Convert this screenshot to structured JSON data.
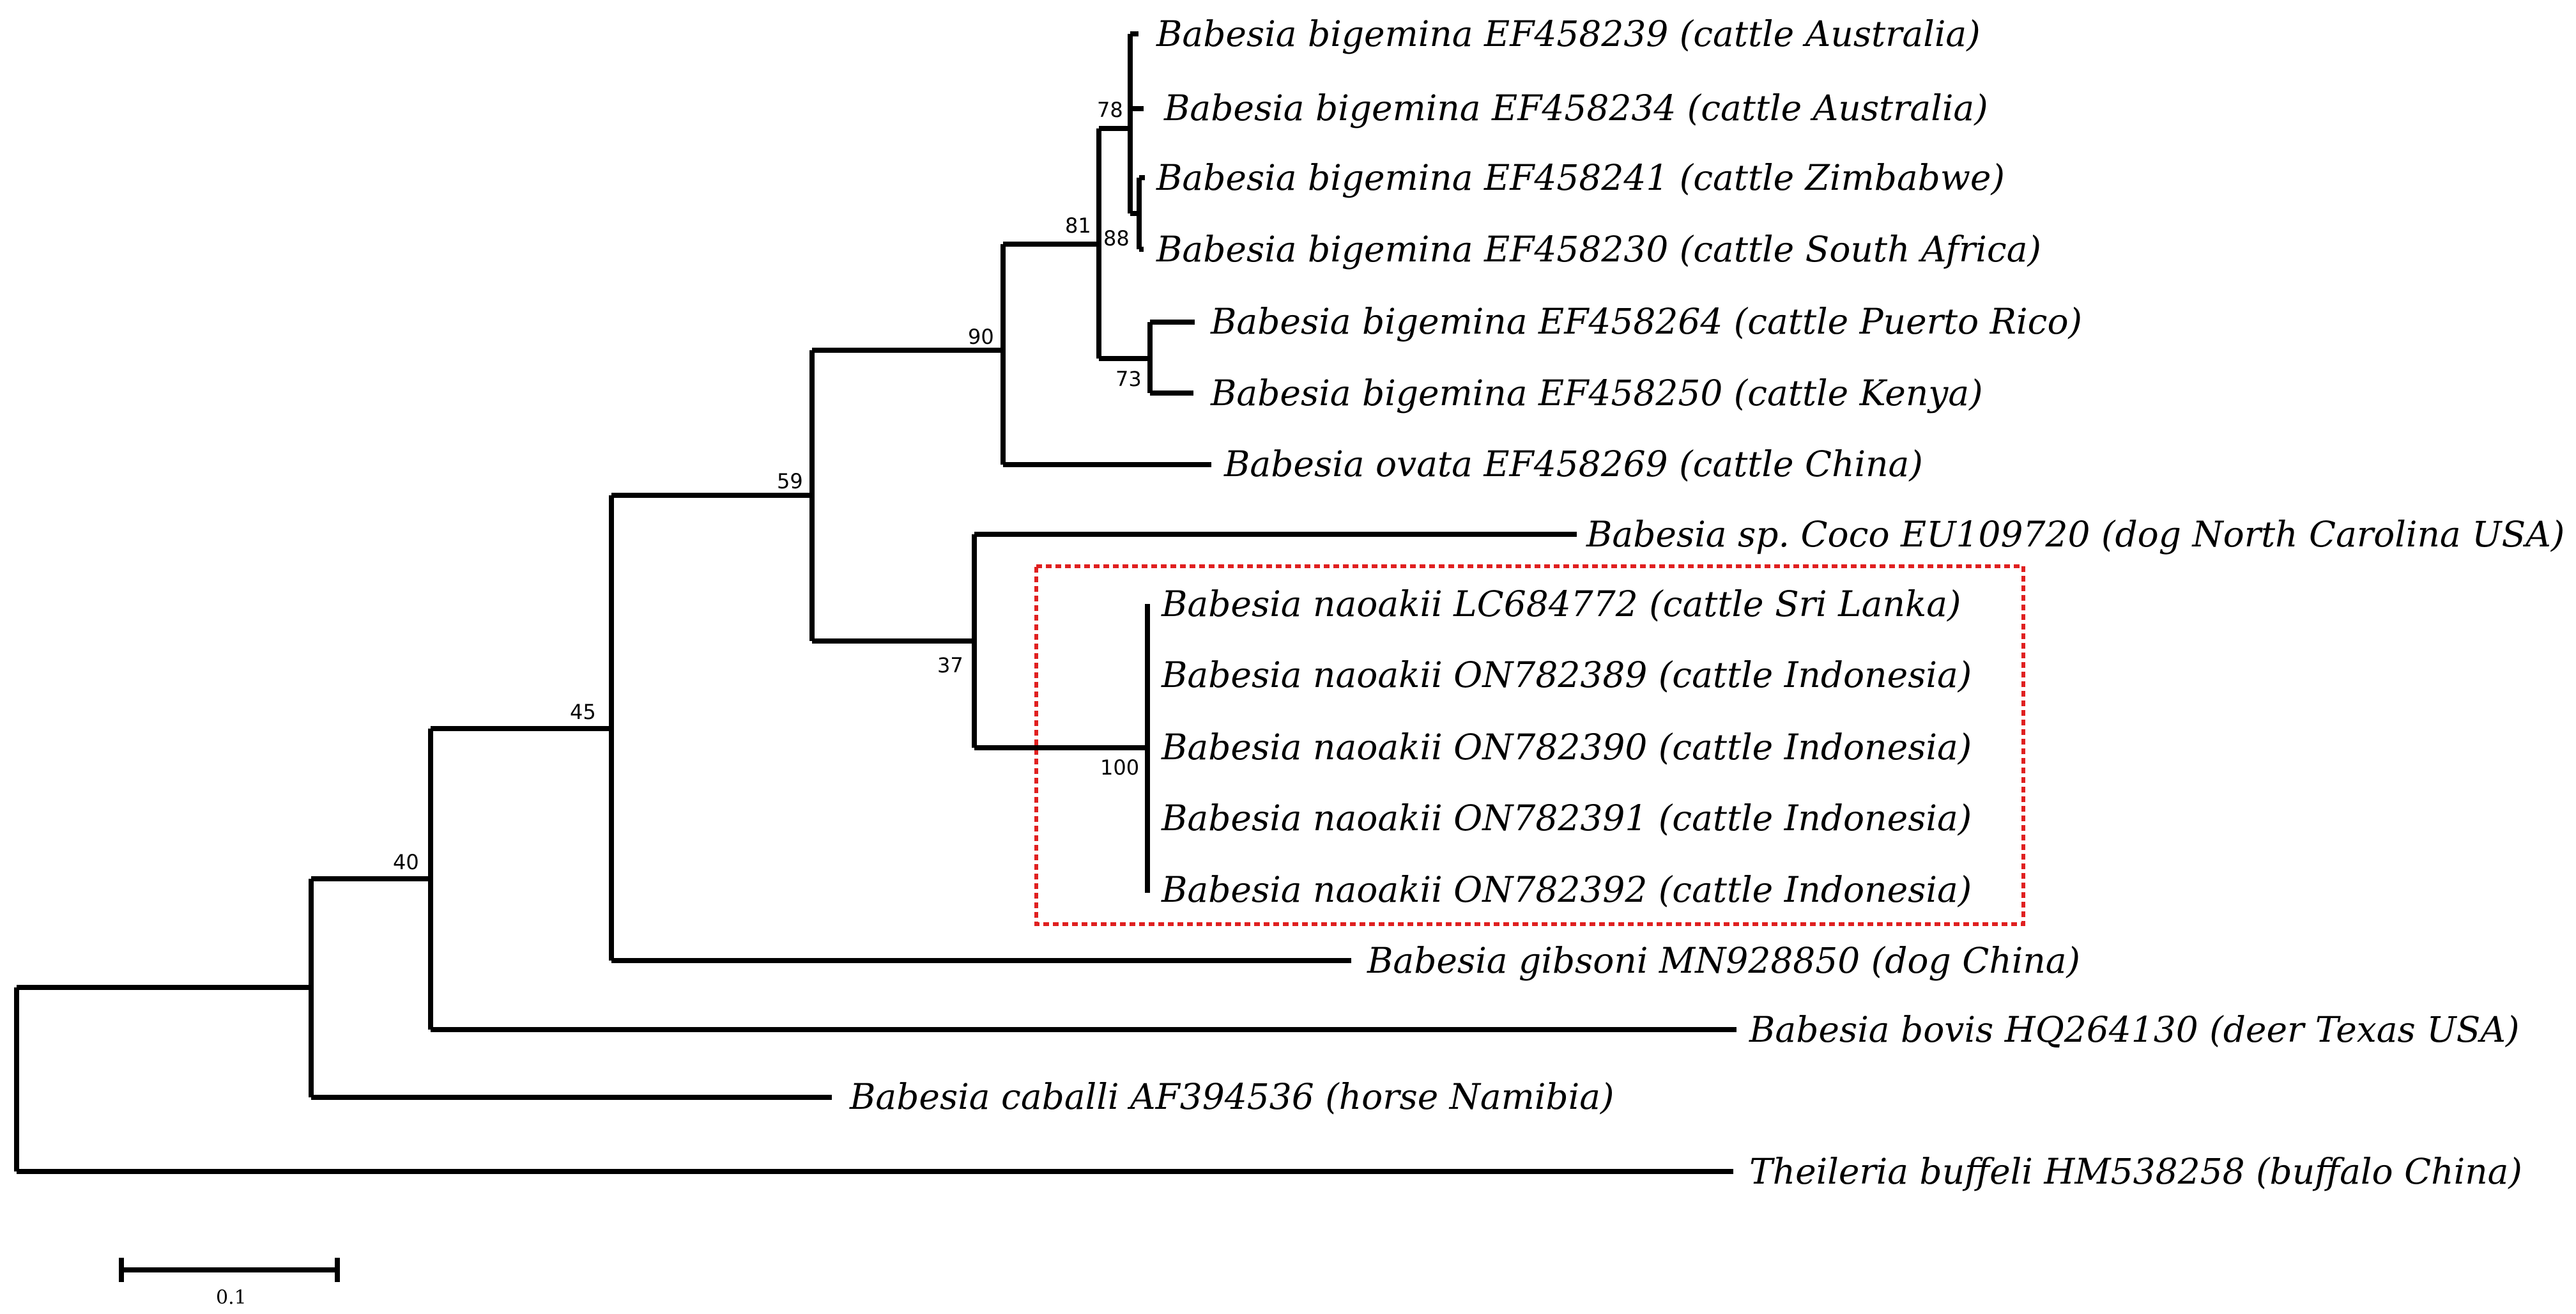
{
  "taxa": [
    {
      "id": "t1",
      "label": "Babesia bigemina EF458239 (cattle Australia)"
    },
    {
      "id": "t2",
      "label": "Babesia bigemina EF458234 (cattle Australia)"
    },
    {
      "id": "t3",
      "label": "Babesia bigemina EF458241 (cattle Zimbabwe)"
    },
    {
      "id": "t4",
      "label": "Babesia bigemina EF458230 (cattle South Africa)"
    },
    {
      "id": "t5",
      "label": "Babesia bigemina EF458264 (cattle Puerto Rico)"
    },
    {
      "id": "t6",
      "label": "Babesia bigemina EF458250 (cattle Kenya)"
    },
    {
      "id": "t7",
      "label": "Babesia ovata EF458269 (cattle China)"
    },
    {
      "id": "t8",
      "label": "Babesia sp. Coco EU109720 (dog North Carolina USA)"
    },
    {
      "id": "t9",
      "label": "Babesia naoakii LC684772 (cattle Sri Lanka)"
    },
    {
      "id": "t10",
      "label": "Babesia naoakii ON782389 (cattle Indonesia)"
    },
    {
      "id": "t11",
      "label": "Babesia naoakii ON782390 (cattle Indonesia)"
    },
    {
      "id": "t12",
      "label": "Babesia naoakii ON782391 (cattle Indonesia)"
    },
    {
      "id": "t13",
      "label": "Babesia naoakii ON782392 (cattle Indonesia)"
    },
    {
      "id": "t14",
      "label": "Babesia gibsoni MN928850 (dog China)"
    },
    {
      "id": "t15",
      "label": "Babesia bovis HQ264130 (deer Texas USA)"
    },
    {
      "id": "t16",
      "label": "Babesia caballi AF394536 (horse Namibia)"
    },
    {
      "id": "t17",
      "label": "Theileria buffeli HM538258 (buffalo China)"
    }
  ],
  "support_values": {
    "node_78": "78",
    "node_81": "81",
    "node_88": "88",
    "node_90": "90",
    "node_73": "73",
    "node_59": "59",
    "node_37": "37",
    "node_100": "100",
    "node_45": "45",
    "node_40": "40"
  },
  "scale_bar": {
    "label": "0.1"
  },
  "highlight": {
    "color": "#e02020",
    "group": "Babesia naoakii clade"
  }
}
